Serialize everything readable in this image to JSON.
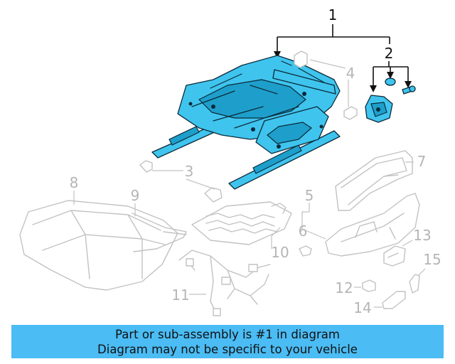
{
  "callouts": {
    "c1": "1",
    "c2": "2",
    "c3": "3",
    "c4": "4",
    "c5": "5",
    "c6": "6",
    "c7": "7",
    "c8": "8",
    "c9": "9",
    "c10": "10",
    "c11": "11",
    "c12": "12",
    "c13": "13",
    "c14": "14",
    "c15": "15"
  },
  "highlight_color": "#3fc4ee",
  "banner": {
    "background": "#4bbcf4",
    "line1": "Part or sub-assembly is #1 in diagram",
    "line2": "Diagram may not be specific to your vehicle"
  }
}
